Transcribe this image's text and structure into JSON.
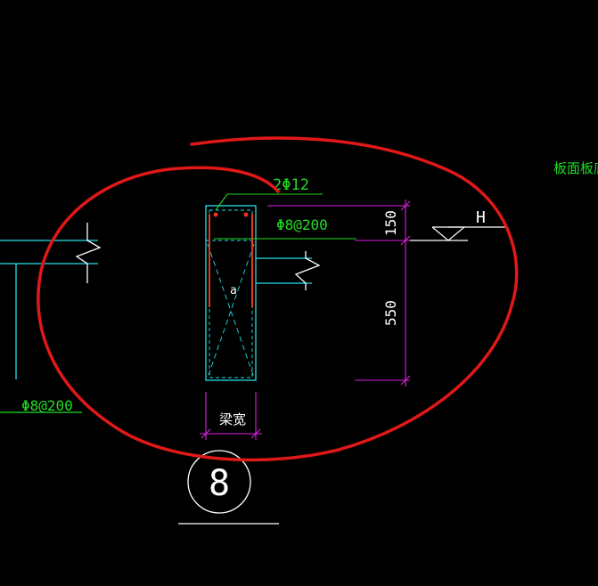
{
  "colors": {
    "background": "#000000",
    "cyan": "#22e0e8",
    "green": "#22dd22",
    "magenta": "#e020e0",
    "white": "#ffffff",
    "red_markup": "#e01818",
    "rebar": "#e0391c"
  },
  "labels": {
    "top_rebar": "2Φ12",
    "stirrup": "Φ8@200",
    "slab_rebar": "Φ8@200",
    "side_note": "板面板底",
    "beam_width": "梁宽",
    "elevation_mark": "H",
    "dim_top": "150",
    "dim_bottom": "550",
    "detail_number": "8",
    "section_tag": "a"
  },
  "markup": {
    "description_shape": "freehand-ellipse",
    "color_name": "red"
  }
}
